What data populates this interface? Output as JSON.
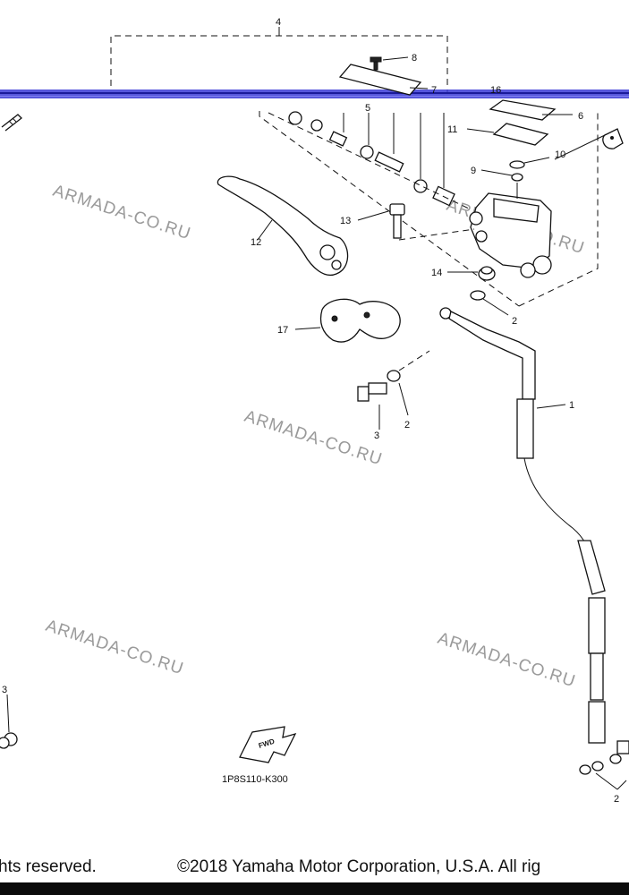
{
  "callouts": {
    "c1": "1",
    "c2a": "2",
    "c2b": "2",
    "c2c": "2",
    "c3a": "3",
    "c3b": "3",
    "c4": "4",
    "c5": "5",
    "c6": "6",
    "c7": "7",
    "c8": "8",
    "c9": "9",
    "c10": "10",
    "c11": "11",
    "c12": "12",
    "c13": "13",
    "c14": "14",
    "c16": "16",
    "c17": "17"
  },
  "watermark": "ARMADA-CO.RU",
  "diagram_code": "1P8S110-K300",
  "fwd_label": "FWD",
  "footer": {
    "left": "hts reserved.",
    "right": "©2018 Yamaha Motor Corporation, U.S.A. All rig"
  },
  "colors": {
    "scan_band": "#3a3ad6",
    "line": "#111111",
    "watermark": "#9a9a9a"
  }
}
